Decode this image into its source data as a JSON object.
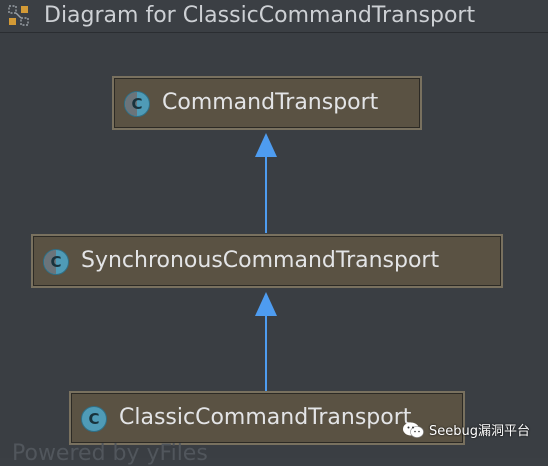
{
  "window": {
    "title": "Diagram for ClassicCommandTransport",
    "icon": "diagram-icon"
  },
  "diagram": {
    "nodes": [
      {
        "id": "command-transport",
        "label": "CommandTransport",
        "icon": "abstract-class-icon"
      },
      {
        "id": "synchronous-command-transport",
        "label": "SynchronousCommandTransport",
        "icon": "abstract-class-icon"
      },
      {
        "id": "classic-command-transport",
        "label": "ClassicCommandTransport",
        "icon": "class-icon"
      }
    ],
    "edges": [
      {
        "from": "synchronous-command-transport",
        "to": "command-transport",
        "type": "extends"
      },
      {
        "from": "classic-command-transport",
        "to": "synchronous-command-transport",
        "type": "extends"
      }
    ],
    "icon_letter": "C",
    "footer": "Powered by yFiles"
  },
  "watermark": {
    "text": "Seebug漏洞平台",
    "icon": "wechat-icon"
  },
  "colors": {
    "background": "#3a3e43",
    "node_fill": "#5a5243",
    "node_border": "#79715f",
    "arrow": "#4e9cf0",
    "class_icon": "#4f9bb7"
  }
}
